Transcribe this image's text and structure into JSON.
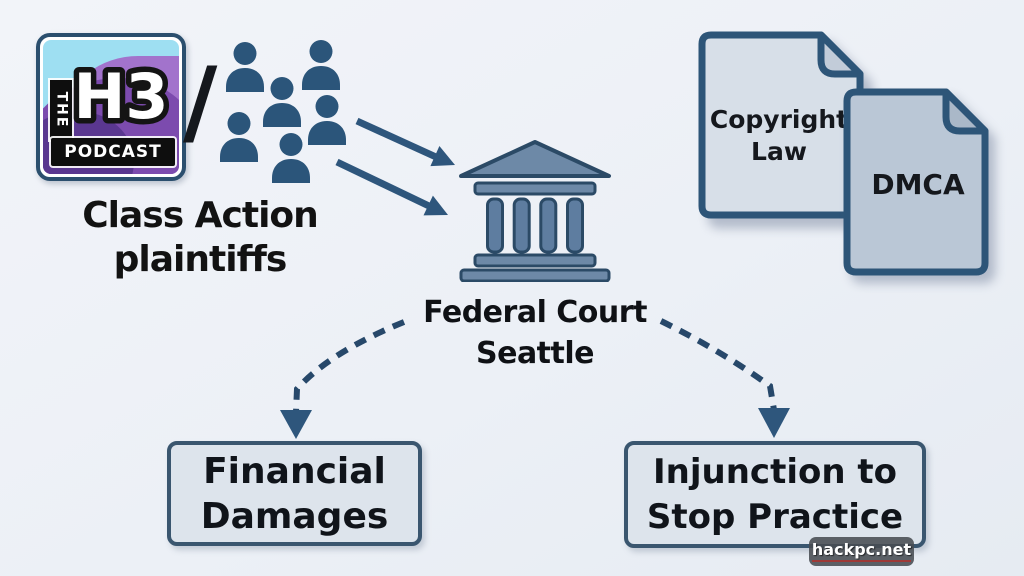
{
  "logo": {
    "the": "THE",
    "h3": "H3",
    "podcast": "PODCAST"
  },
  "separator": "/",
  "plaintiffs_label": {
    "line1": "Class Action",
    "line2": "plaintiffs"
  },
  "court_label": {
    "line1": "Federal Court",
    "line2": "Seattle"
  },
  "documents": {
    "copyright": {
      "line1": "Copyright",
      "line2": "Law"
    },
    "dmca": {
      "label": "DMCA"
    }
  },
  "outcomes": {
    "financial": {
      "line1": "Financial",
      "line2": "Damages"
    },
    "injunction": {
      "line1": "Injunction to",
      "line2": "Stop Practice"
    }
  },
  "watermark": {
    "text": "hackpc.net"
  },
  "icons": {
    "people_group": "people-group-icon",
    "courthouse": "courthouse-icon",
    "copyright_document": "document-icon",
    "dmca_document": "document-icon",
    "solid_arrows": "arrow-right-icon",
    "dashed_arrows": "arrow-down-dashed-icon"
  },
  "colors": {
    "background": "#eef1f6",
    "steel_blue": "#2b557a",
    "navy_outline": "#2b4a66",
    "courthouse_fill": "#6d89a7",
    "column_fill": "#5e7da0",
    "doc_copyright_fill": "#d7dfe8",
    "doc_dmca_fill": "#bac7d6",
    "box_fill": "#dde4ec",
    "box_border": "#3a566f",
    "logo_cyan": "#9edff2",
    "logo_purple": "#7c4bae",
    "watermark_bg": "#4b4e54",
    "text": "#121212"
  }
}
